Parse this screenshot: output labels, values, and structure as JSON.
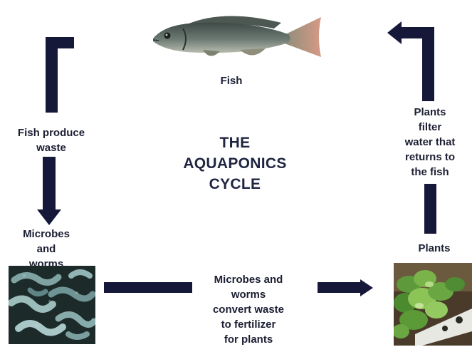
{
  "title": {
    "line1": "THE",
    "line2": "AQUAPONICS",
    "line3": "CYCLE"
  },
  "stages": {
    "fish": {
      "label": "Fish"
    },
    "fish_produce": {
      "line1": "Fish produce",
      "line2": "waste"
    },
    "microbes": {
      "line1": "Microbes",
      "line2": "and",
      "line3": "worms"
    },
    "convert": {
      "line1": "Microbes and",
      "line2": "worms",
      "line3": "convert waste",
      "line4": "to fertilizer",
      "line5": "for plants"
    },
    "plants": {
      "label": "Plants"
    },
    "filter": {
      "line1": "Plants",
      "line2": "filter",
      "line3": "water that",
      "line4": "returns to",
      "line5": "the fish"
    }
  },
  "colors": {
    "arrow": "#16183a",
    "text": "#1c1f33"
  }
}
